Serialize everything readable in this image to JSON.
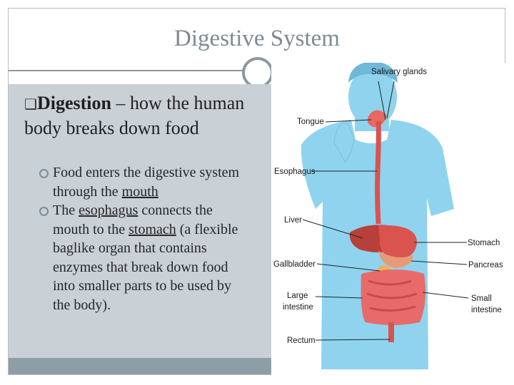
{
  "slide": {
    "title": "Digestive System",
    "heading": {
      "bullet_glyph": "❑",
      "bold": "Digestion",
      "rest": " – how the human body breaks down food"
    },
    "points": [
      {
        "parts": [
          "Food enters the digestive system through the ",
          "mouth",
          ""
        ]
      },
      {
        "parts": [
          "The ",
          "esophagus",
          " connects the mouth to the ",
          "stomach",
          " (a flexible baglike organ that contains enzymes that break down food into smaller parts to be used by the body)."
        ]
      }
    ]
  },
  "figure": {
    "labels": {
      "salivary": "Salivary glands",
      "tongue": "Tongue",
      "esophagus": "Esophagus",
      "liver": "Liver",
      "gallbladder": "Gallbladder",
      "large1": "Large",
      "large2": "intestine",
      "rectum": "Rectum",
      "stomach": "Stomach",
      "pancreas": "Pancreas",
      "small1": "Small",
      "small2": "intestine"
    }
  },
  "colors": {
    "panel": "#c9d0d6",
    "footer": "#8d9ea6",
    "title": "#7d8a95",
    "body": "#8fd3ef",
    "organs": "#d9534f"
  }
}
